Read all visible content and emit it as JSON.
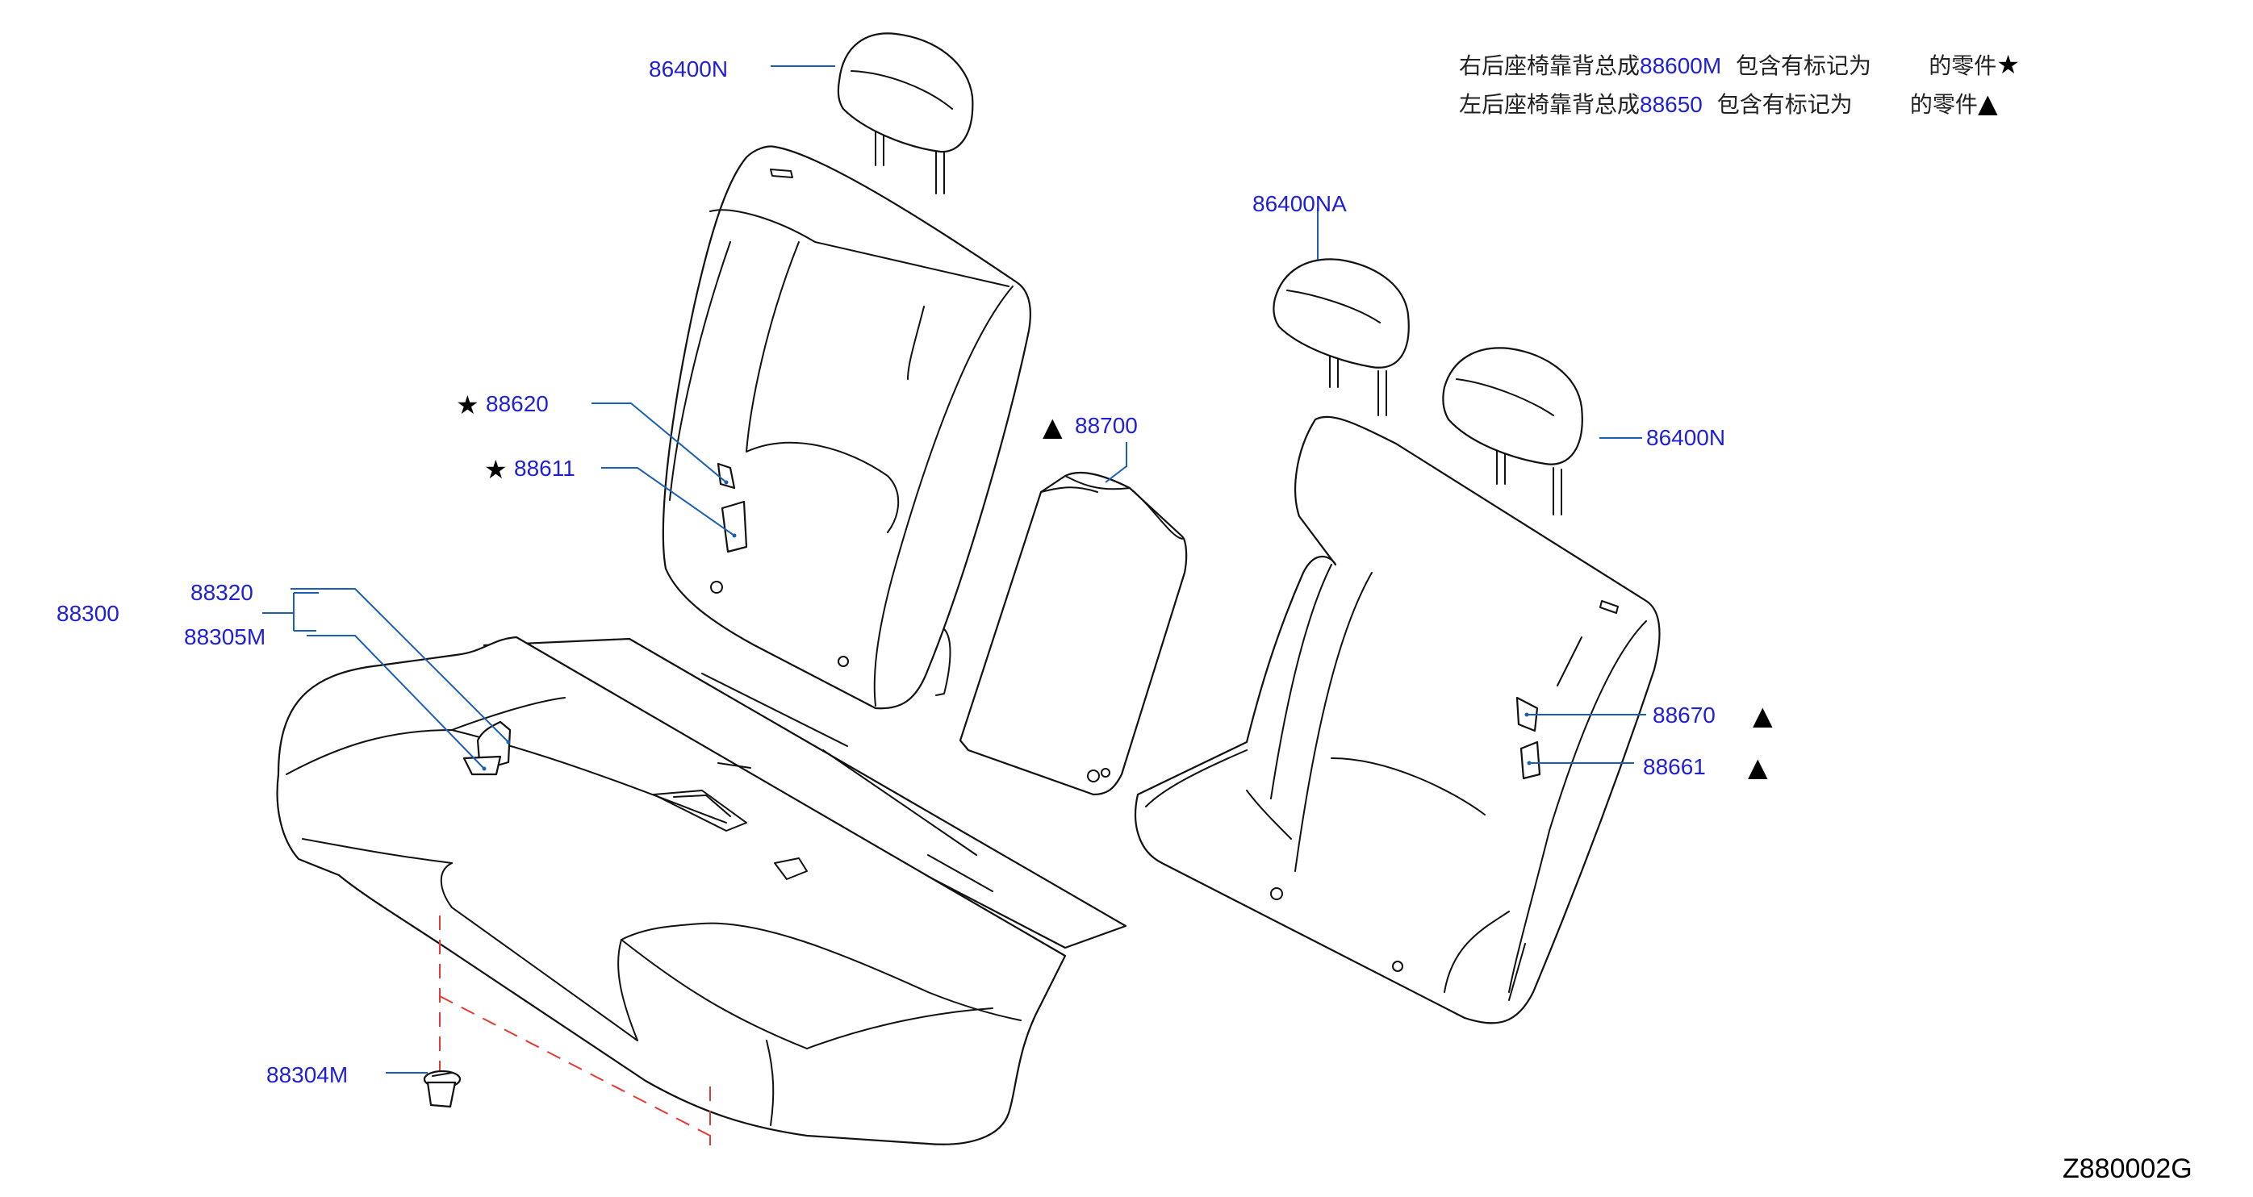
{
  "callouts": {
    "headrest_right": "86400N",
    "headrest_left_center": "86400NA",
    "headrest_left_outer": "86400N",
    "back_right_part_a": "88620",
    "back_right_part_b": "88611",
    "armrest": "88700",
    "cushion_assembly": "88300",
    "cushion_trim": "88320",
    "cushion_pad": "88305M",
    "clip": "88304M",
    "back_left_part_a": "88670",
    "back_left_part_b": "88661"
  },
  "markers": {
    "star": "★",
    "triangle": "▲"
  },
  "notes": [
    {
      "prefix": "右后座椅靠背总成",
      "part_number": "88600M",
      "middle": "包含有标记为",
      "symbol": "★",
      "suffix": "的零件"
    },
    {
      "prefix": "左后座椅靠背总成",
      "part_number": "88650",
      "middle": "包含有标记为",
      "symbol": "▲",
      "suffix": "的零件"
    }
  ],
  "drawing_code": "Z880002G",
  "colors": {
    "callout_text": "#1f1fd6",
    "leader_line": "#1a5fb4",
    "hidden_line": "#e53935",
    "outline": "#111111"
  }
}
